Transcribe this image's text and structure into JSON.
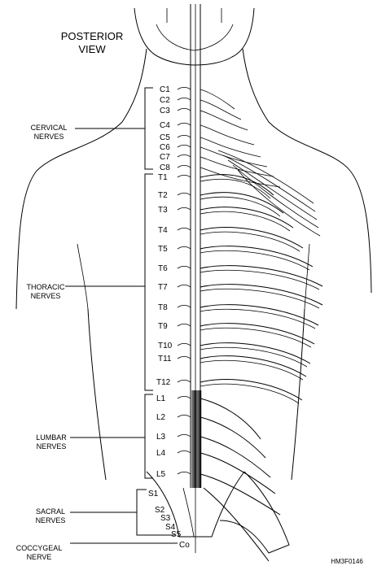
{
  "title": {
    "line1": "POSTERIOR",
    "line2": "VIEW"
  },
  "groups": [
    {
      "key": "cervical",
      "line1": "CERVICAL",
      "line2": "NERVES"
    },
    {
      "key": "thoracic",
      "line1": "THORACIC",
      "line2": "NERVES"
    },
    {
      "key": "lumbar",
      "line1": "LUMBAR",
      "line2": "NERVES"
    },
    {
      "key": "sacral",
      "line1": "SACRAL",
      "line2": "NERVES"
    },
    {
      "key": "coccygeal",
      "line1": "COCCYGEAL",
      "line2": "NERVE"
    }
  ],
  "segments": {
    "cervical": [
      "C1",
      "C2",
      "C3",
      "C4",
      "C5",
      "C6",
      "C7",
      "C8"
    ],
    "thoracic": [
      "T1",
      "T2",
      "T3",
      "T4",
      "T5",
      "T6",
      "T7",
      "T8",
      "T9",
      "T10",
      "T11",
      "T12"
    ],
    "lumbar": [
      "L1",
      "L2",
      "L3",
      "L4",
      "L5"
    ],
    "sacral": [
      "S1",
      "S2",
      "S3",
      "S4",
      "S5"
    ],
    "coccygeal": [
      "Co"
    ]
  },
  "figure_code": "HM3F0146"
}
